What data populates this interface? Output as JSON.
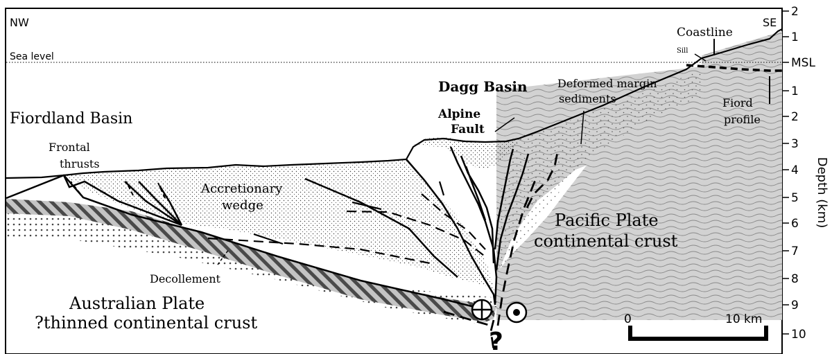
{
  "orientation": {
    "left": "NW",
    "right": "SE"
  },
  "sea_level_label": "Sea level",
  "labels": {
    "fiordland_basin": "Fiordland Basin",
    "frontal_thrusts_1": "Frontal",
    "frontal_thrusts_2": "thrusts",
    "accretionary_1": "Accretionary",
    "accretionary_2": "wedge",
    "dagg_basin": "Dagg Basin",
    "alpine_fault_1": "Alpine",
    "alpine_fault_2": "Fault",
    "deformed_1": "Deformed margin",
    "deformed_2": "sediments",
    "coastline": "Coastline",
    "sill": "Sill",
    "fiord_1": "Fiord",
    "fiord_2": "profile",
    "pacific_1": "Pacific Plate",
    "pacific_2": "continental crust",
    "decollement": "Decollement",
    "australian_1": "Australian Plate",
    "australian_2": "?thinned continental crust",
    "unknown_mark": "?"
  },
  "depth_axis": {
    "title": "Depth (km)",
    "ticks": [
      "2",
      "1",
      "MSL",
      "1",
      "2",
      "3",
      "4",
      "5",
      "6",
      "7",
      "8",
      "9",
      "10"
    ]
  },
  "scale_bar": {
    "start_label": "0",
    "end_label": "10 km"
  },
  "colors": {
    "crust_fill": "#d2d2d2",
    "stripe": "#555555",
    "line": "#000000"
  }
}
